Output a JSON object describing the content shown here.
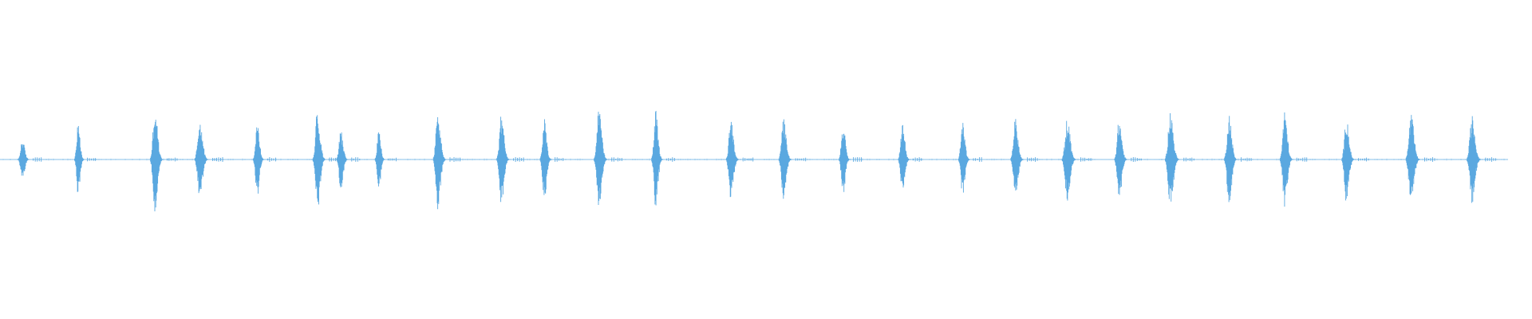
{
  "waveform": {
    "color": "#5aa8e0",
    "background": "#ffffff",
    "bursts": [
      {
        "t": 0.0127,
        "amp": 0.13,
        "width": 0.0052
      },
      {
        "t": 0.0497,
        "amp": 0.22,
        "width": 0.0045
      },
      {
        "t": 0.1008,
        "amp": 0.34,
        "width": 0.0058
      },
      {
        "t": 0.1305,
        "amp": 0.26,
        "width": 0.0062
      },
      {
        "t": 0.1687,
        "amp": 0.24,
        "width": 0.005
      },
      {
        "t": 0.2088,
        "amp": 0.33,
        "width": 0.0058
      },
      {
        "t": 0.2243,
        "amp": 0.2,
        "width": 0.0052
      },
      {
        "t": 0.2495,
        "amp": 0.2,
        "width": 0.0045
      },
      {
        "t": 0.2888,
        "amp": 0.32,
        "width": 0.0058
      },
      {
        "t": 0.331,
        "amp": 0.29,
        "width": 0.0058
      },
      {
        "t": 0.3595,
        "amp": 0.26,
        "width": 0.0052
      },
      {
        "t": 0.3958,
        "amp": 0.31,
        "width": 0.0062
      },
      {
        "t": 0.4335,
        "amp": 0.31,
        "width": 0.0052
      },
      {
        "t": 0.4835,
        "amp": 0.26,
        "width": 0.0058
      },
      {
        "t": 0.5185,
        "amp": 0.26,
        "width": 0.0058
      },
      {
        "t": 0.558,
        "amp": 0.24,
        "width": 0.005
      },
      {
        "t": 0.5975,
        "amp": 0.24,
        "width": 0.0052
      },
      {
        "t": 0.6375,
        "amp": 0.24,
        "width": 0.0052
      },
      {
        "t": 0.6725,
        "amp": 0.26,
        "width": 0.0058
      },
      {
        "t": 0.707,
        "amp": 0.26,
        "width": 0.0065
      },
      {
        "t": 0.7415,
        "amp": 0.26,
        "width": 0.0058
      },
      {
        "t": 0.7755,
        "amp": 0.31,
        "width": 0.0065
      },
      {
        "t": 0.8145,
        "amp": 0.3,
        "width": 0.0058
      },
      {
        "t": 0.8515,
        "amp": 0.31,
        "width": 0.0058
      },
      {
        "t": 0.8925,
        "amp": 0.28,
        "width": 0.0058
      },
      {
        "t": 0.9355,
        "amp": 0.29,
        "width": 0.0065
      },
      {
        "t": 0.976,
        "amp": 0.28,
        "width": 0.0065
      }
    ]
  }
}
